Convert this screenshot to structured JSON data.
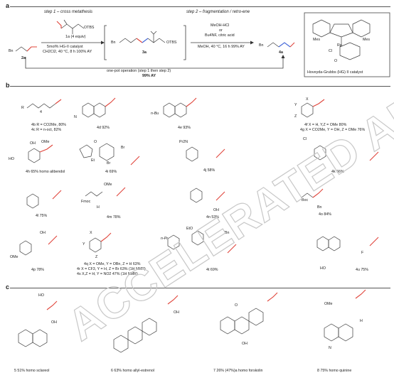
{
  "sections": {
    "a": "a",
    "b": "b",
    "c": "c"
  },
  "step1": {
    "title": "step 1 – cross metathesis",
    "reagent": "1a (4 equiv)",
    "catalyst_line": "5mol% HG-II catalyst",
    "conditions": "CH2Cl2, 40 °C, 8 h 100% AY"
  },
  "step2": {
    "title": "step 2 – fragmentation / retro-ene",
    "line1": "MeOH-HCl",
    "line2": "or",
    "line3": "Bu4NF, citric acid",
    "line4": "MeOH, 40 °C, 16 h 99% AY"
  },
  "onepot": {
    "line1": "one-pot operation (step 1 then step 2)",
    "line2": "99% AY"
  },
  "catalyst_box": {
    "label": "Hoveyda-Grubbs (HG) II catalyst"
  },
  "scheme_a": {
    "sm": "2a",
    "intermediate": "3a",
    "product": "4a",
    "bn": "Bn",
    "otbs": "OTBS"
  },
  "compounds_b": [
    "4b R = CO2Me, 80%",
    "4c R = n-oct, 82%",
    "4d 92%",
    "4e 93%",
    "4f X = H, Y,Z = OMe 80%",
    "4g X = CO2Me, Y = OH, Z = OMe 76%",
    "4h 65% homo alibendol",
    "4i 69%",
    "4j 58%",
    "4k 66%",
    "4l 75%",
    "4m 78%",
    "4n 53%",
    "4o 84%",
    "4p 78%",
    "4q X = OMe, Y = OBn, Z = H 63%",
    "4r X = CF3, Y = H, Z = Br 63% (1H NMR)",
    "4s X,Z = H, Y = NO2 47% (1H NMR)",
    "4t 69%",
    "4u 75%"
  ],
  "compounds_c": [
    "5 51% homo sclareol",
    "6 63% homo allyl-estrenol",
    "7 26% (47%)a homo forskolin",
    "8 75% homo quinine"
  ],
  "fragments": {
    "r": "R",
    "n": "4",
    "nc": "N",
    "nbu": "n-Bu",
    "x": "X",
    "y": "Y",
    "z": "Z",
    "ome": "OMe",
    "oh": "OH",
    "ho": "HO",
    "o": "O",
    "et": "Et",
    "br": "Br",
    "pr2n": "Pr2N",
    "cl": "Cl",
    "me": "Me",
    "fmoc": "Fmoc",
    "h": "H",
    "boc": "Boc",
    "bn": "Bn",
    "npr": "n-Pr",
    "eto": "EtO",
    "f": "F",
    "mes": "Mes",
    "ru": "Ru",
    "oipr": "O"
  },
  "watermark": "ACCELERATED ARTICLE PREVIEW"
}
